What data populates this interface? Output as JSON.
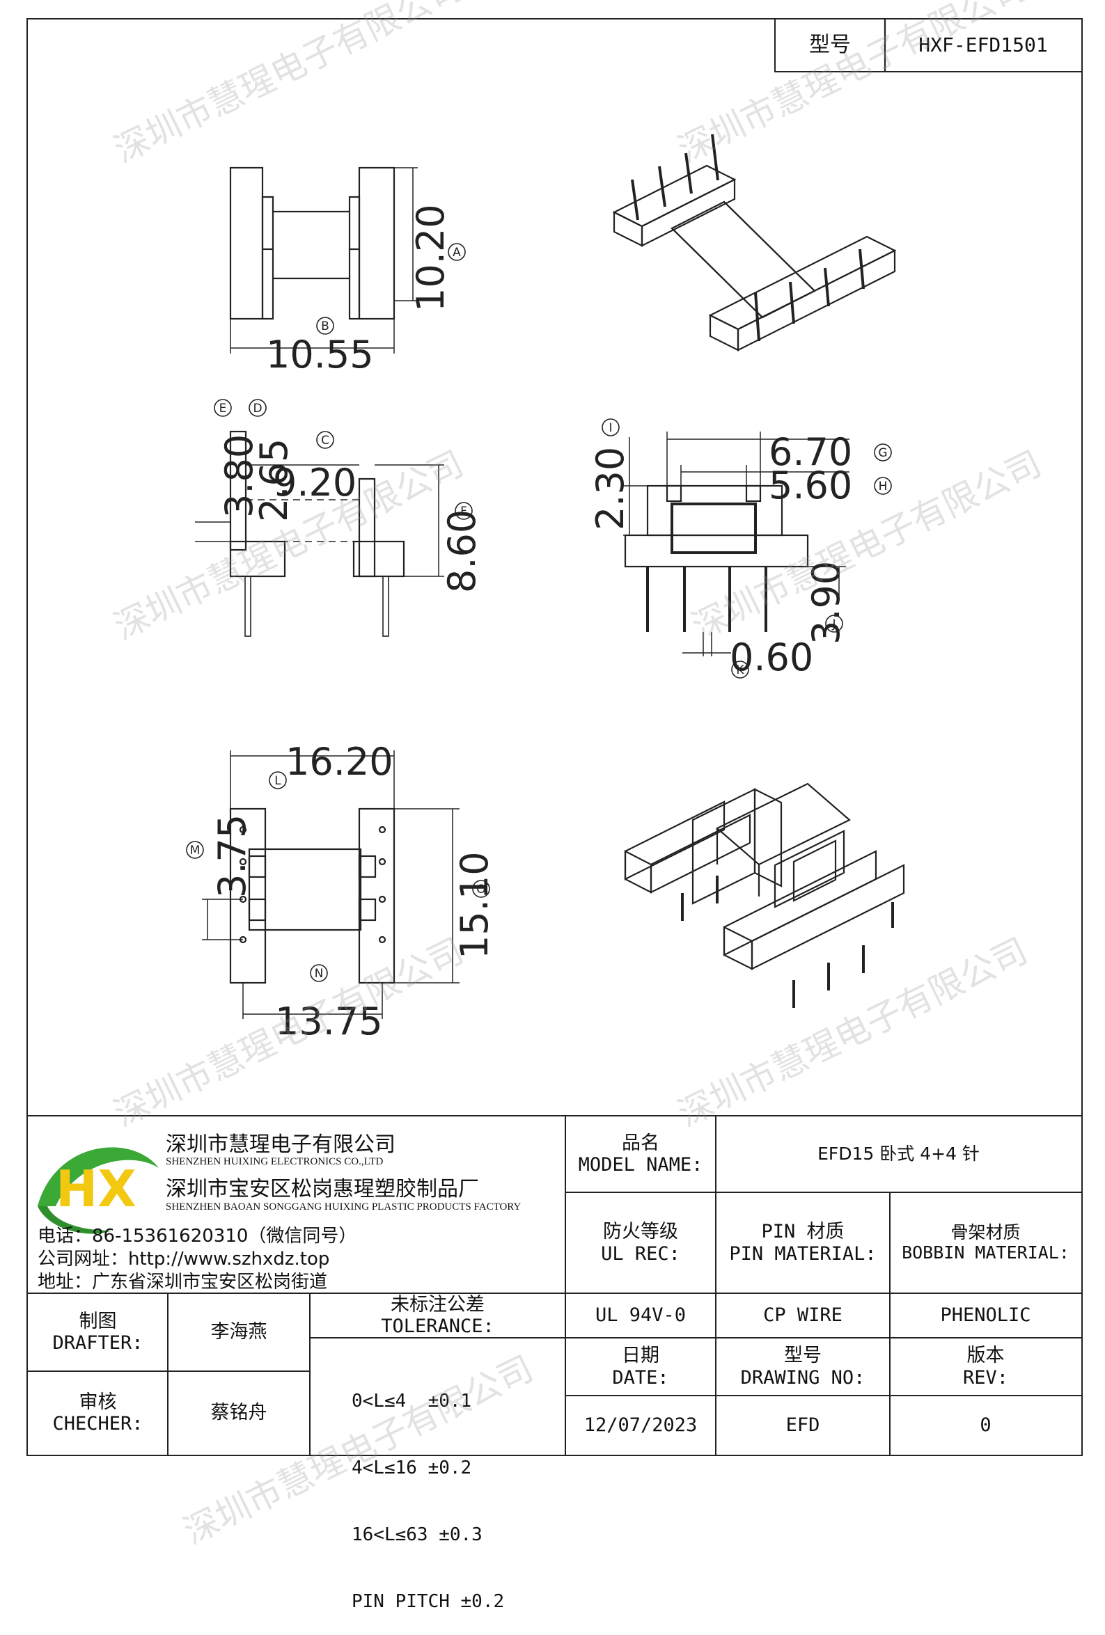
{
  "model_header": {
    "label": "型号",
    "value": "HXF-EFD1501"
  },
  "dimensions": {
    "A": "10.20",
    "B": "10.55",
    "C": "9.20",
    "D": "2.65",
    "E": "3.80",
    "F": "8.60",
    "G": "6.70",
    "H": "5.60",
    "I": "2.30",
    "J": "3.90",
    "K": "0.60",
    "L": "16.20",
    "M": "3.75",
    "N": "13.75",
    "O": "15.10"
  },
  "markers": {
    "A": "A",
    "B": "B",
    "C": "C",
    "D": "D",
    "E": "E",
    "F": "F",
    "G": "G",
    "H": "H",
    "I": "I",
    "J": "J",
    "K": "K",
    "L": "L",
    "M": "M",
    "N": "N",
    "O": "O"
  },
  "company": {
    "name_cn": "深圳市慧瑆电子有限公司",
    "name_en": "SHENZHEN HUIXING ELECTRONICS CO.,LTD",
    "factory_cn": "深圳市宝安区松岗惠瑆塑胶制品厂",
    "factory_en": "SHENZHEN BAOAN SONGGANG HUIXING PLASTIC PRODUCTS FACTORY",
    "phone": "电话：86-15361620310（微信同号）",
    "website": "公司网址：http://www.szhxdz.top",
    "address": "地址：广东省深圳市宝安区松岗街道",
    "logo_text": "HX"
  },
  "title_block": {
    "model_name_cn": "品名",
    "model_name_en": "MODEL NAME:",
    "model_name_value": "EFD15 卧式 4+4 针",
    "ul_rec_cn": "防火等级",
    "ul_rec_en": "UL REC:",
    "pin_material_cn": "PIN 材质",
    "pin_material_en": "PIN MATERIAL:",
    "bobbin_material_cn": "骨架材质",
    "bobbin_material_en": "BOBBIN MATERIAL:",
    "ul_value": "UL 94V-0",
    "pin_value": "CP WIRE",
    "bobbin_value": "PHENOLIC",
    "drafter_cn": "制图",
    "drafter_en": "DRAFTER:",
    "drafter_name": "李海燕",
    "checker_cn": "审核",
    "checker_en": "CHECHER:",
    "checker_name": "蔡铭舟",
    "tolerance_cn": "未标注公差",
    "tolerance_en": "TOLERANCE:",
    "tolerances": [
      "0<L≤4  ±0.1",
      "4<L≤16 ±0.2",
      "16<L≤63 ±0.3",
      "PIN PITCH ±0.2"
    ],
    "date_cn": "日期",
    "date_en": "DATE:",
    "date_value": "12/07/2023",
    "drawing_no_cn": "型号",
    "drawing_no_en": "DRAWING NO:",
    "drawing_no_value": "EFD",
    "rev_cn": "版本",
    "rev_en": "REV:",
    "rev_value": "0"
  },
  "watermark": "深圳市慧瑆电子有限公司",
  "colors": {
    "logo_green": "#3aa935",
    "logo_yellow": "#f2c811",
    "line": "#222222"
  }
}
